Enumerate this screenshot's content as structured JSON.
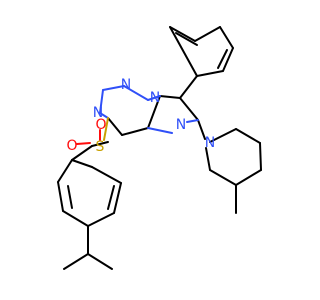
{
  "molecule": {
    "colors": {
      "carbon_bond": "#000000",
      "nitrogen": "#3050F8",
      "oxygen": "#FF0D0D",
      "sulfur": "#C8A000",
      "background": "#ffffff"
    },
    "atom_labels": {
      "n1": "N",
      "n2": "N",
      "n3": "N",
      "n4": "N",
      "n_pip": "N",
      "s": "S",
      "o_top": "O",
      "o_left": "O"
    }
  }
}
